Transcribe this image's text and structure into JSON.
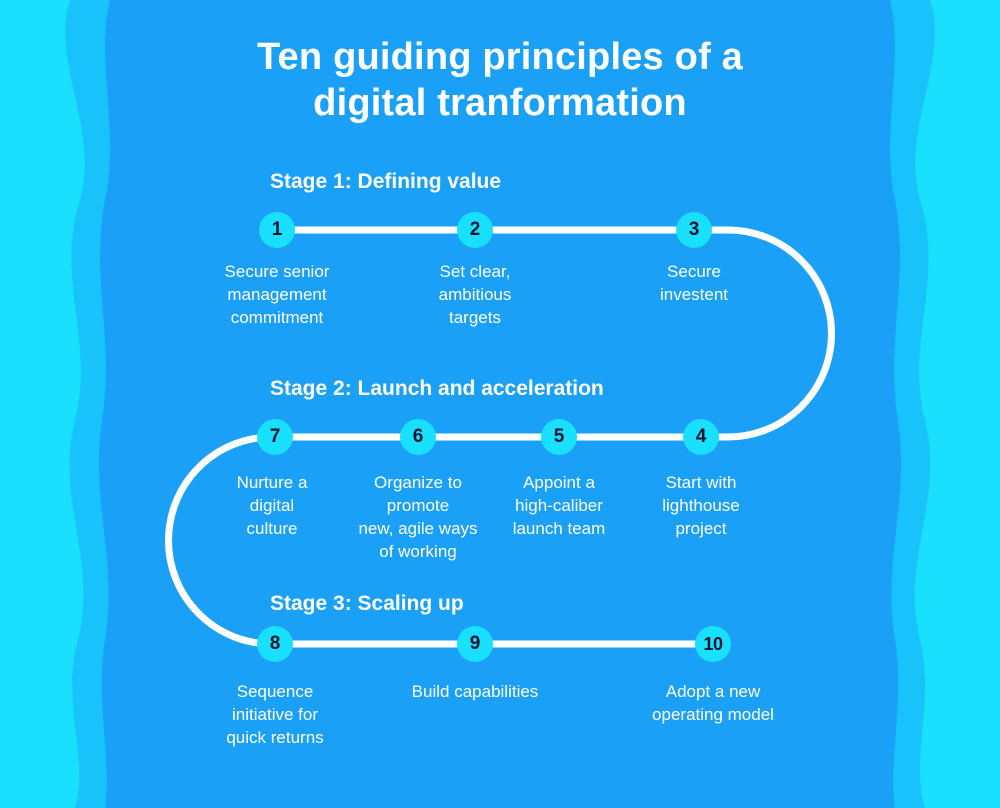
{
  "colors": {
    "outer_background": "#19e0ff",
    "panel_blue": "#1aa0f7",
    "mid_blue": "#18c3fb",
    "node_fill": "#19e0ff",
    "path": "#ffffff",
    "text": "#ffffff",
    "node_text": "#0b1530"
  },
  "title": {
    "line1": "Ten guiding principles of a",
    "line2": "digital tranformation"
  },
  "stages": [
    {
      "label": "Stage 1: Defining value"
    },
    {
      "label": "Stage 2: Launch and acceleration"
    },
    {
      "label": "Stage 3: Scaling up"
    }
  ],
  "steps": [
    {
      "number": "1",
      "lines": [
        "Secure senior",
        "management",
        "commitment"
      ]
    },
    {
      "number": "2",
      "lines": [
        "Set clear,",
        "ambitious",
        "targets"
      ]
    },
    {
      "number": "3",
      "lines": [
        "Secure",
        "investent"
      ]
    },
    {
      "number": "4",
      "lines": [
        "Start with",
        "lighthouse",
        "project"
      ]
    },
    {
      "number": "5",
      "lines": [
        "Appoint a",
        "high-caliber",
        "launch team"
      ]
    },
    {
      "number": "6",
      "lines": [
        "Organize to",
        "promote",
        "new, agile ways",
        "of working"
      ]
    },
    {
      "number": "7",
      "lines": [
        "Nurture a",
        "digital",
        "culture"
      ]
    },
    {
      "number": "8",
      "lines": [
        "Sequence",
        "initiative for",
        "quick returns"
      ]
    },
    {
      "number": "9",
      "lines": [
        "Build capabilities"
      ]
    },
    {
      "number": "10",
      "lines": [
        "Adopt a new",
        "operating model"
      ]
    }
  ]
}
